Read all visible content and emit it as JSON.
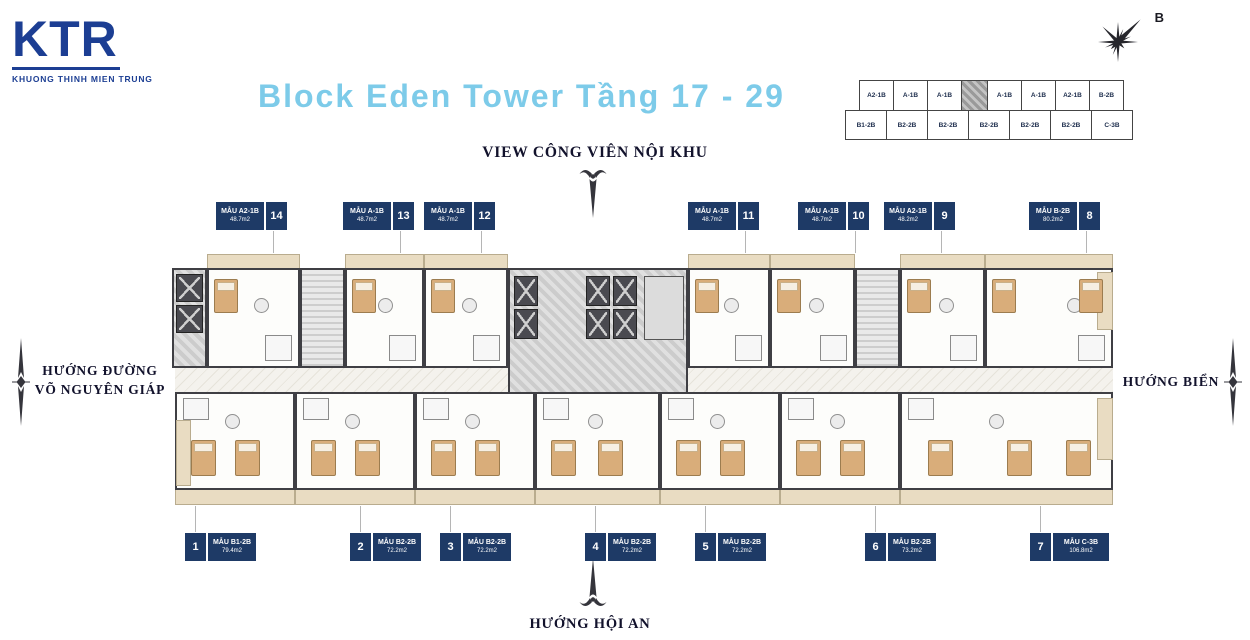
{
  "logo": {
    "text": "KTR",
    "subtext": "KHUONG THINH MIEN TRUNG"
  },
  "title": "Block Eden Tower Tầng 17 - 29",
  "compass": {
    "label": "B"
  },
  "directions": {
    "top": "VIEW CÔNG VIÊN NỘI KHU",
    "left": [
      "HƯỚNG ĐƯỜNG",
      "VÕ NGUYÊN GIÁP"
    ],
    "right": "HƯỚNG BIỂN",
    "bottom": "HƯỚNG HỘI AN"
  },
  "key_plan": {
    "top_row": [
      "A2-1B",
      "A-1B",
      "A-1B",
      "A-1B",
      "A-1B",
      "A2-1B",
      "B-2B"
    ],
    "bottom_row": [
      "B1-2B",
      "B2-2B",
      "B2-2B",
      "B2-2B",
      "B2-2B",
      "B2-2B",
      "C-3B"
    ]
  },
  "top_units": [
    {
      "number": "14",
      "model": "MẪU A2-1B",
      "area": "48.7m2"
    },
    {
      "number": "13",
      "model": "MẪU A-1B",
      "area": "48.7m2"
    },
    {
      "number": "12",
      "model": "MẪU A-1B",
      "area": "48.7m2"
    },
    {
      "number": "11",
      "model": "MẪU A-1B",
      "area": "48.7m2"
    },
    {
      "number": "10",
      "model": "MẪU A-1B",
      "area": "48.7m2"
    },
    {
      "number": "9",
      "model": "MẪU A2-1B",
      "area": "48.2m2"
    },
    {
      "number": "8",
      "model": "MẪU B-2B",
      "area": "80.2m2"
    }
  ],
  "bottom_units": [
    {
      "number": "1",
      "model": "MẪU B1-2B",
      "area": "79.4m2"
    },
    {
      "number": "2",
      "model": "MẪU B2-2B",
      "area": "72.2m2"
    },
    {
      "number": "3",
      "model": "MẪU B2-2B",
      "area": "72.2m2"
    },
    {
      "number": "4",
      "model": "MẪU B2-2B",
      "area": "72.2m2"
    },
    {
      "number": "5",
      "model": "MẪU B2-2B",
      "area": "72.2m2"
    },
    {
      "number": "6",
      "model": "MẪU B2-2B",
      "area": "73.2m2"
    },
    {
      "number": "7",
      "model": "MẪU C-3B",
      "area": "106.8m2"
    }
  ],
  "colors": {
    "navy": "#1e3a66",
    "title_blue": "#7dcbe9",
    "logo_blue": "#1c3e93",
    "balcony": "#e9dcc2"
  }
}
